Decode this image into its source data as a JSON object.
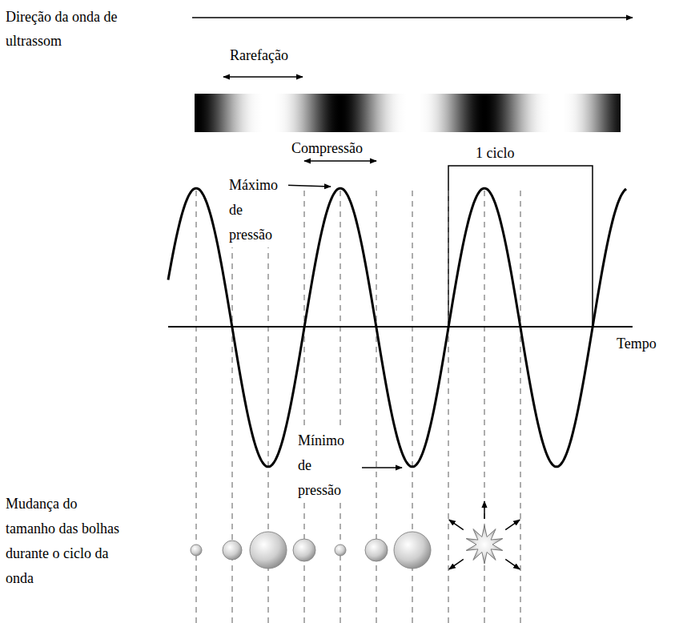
{
  "diagram": {
    "labels": [
      "Direção da onda de ultrassom",
      "Rarefação",
      "Compressão",
      "1 ciclo",
      "Máximo de pressão",
      "Tempo",
      "Mínimo de pressão",
      "Mudança do tamanho das bolhas durante o ciclo da onda"
    ]
  }
}
